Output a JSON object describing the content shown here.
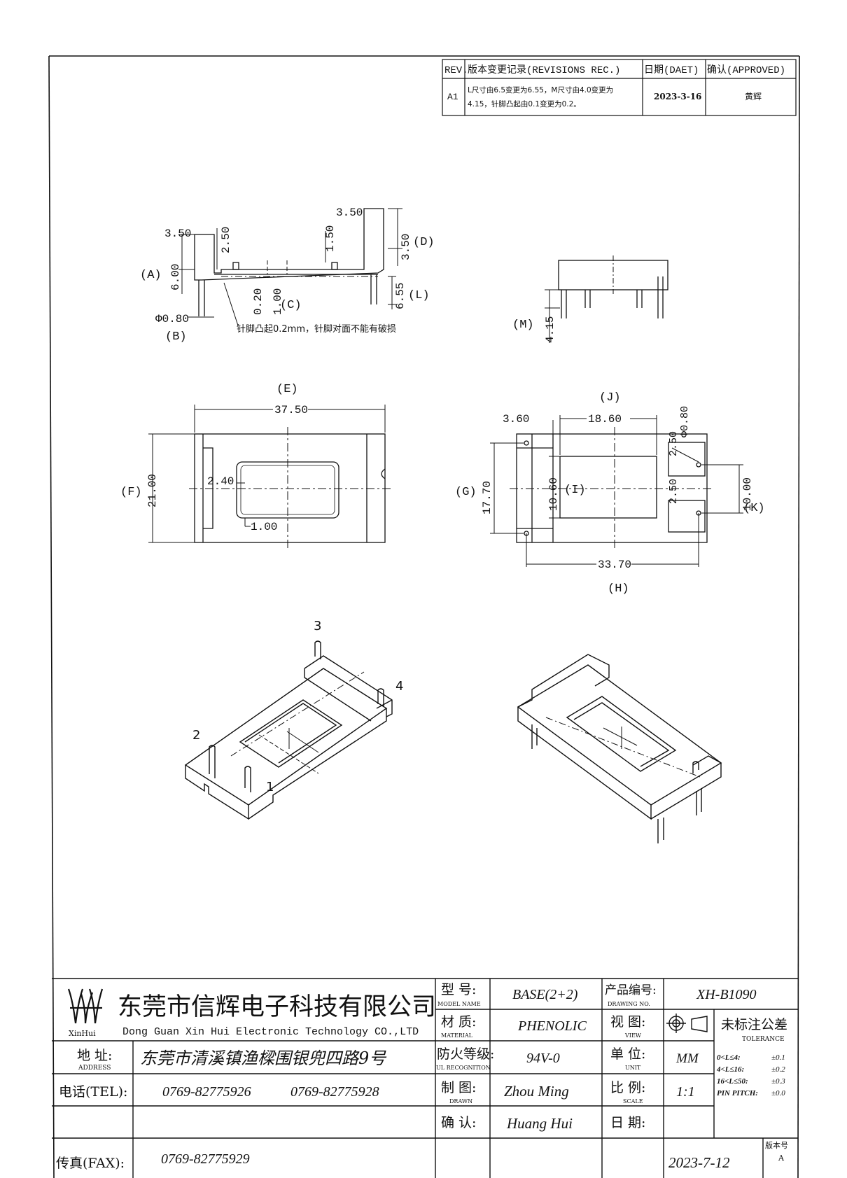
{
  "revision_table": {
    "headers": [
      "REV.",
      "版本变更记录(REVISIONS REC.)",
      "日期(DAET)",
      "确认(APPROVED)"
    ],
    "rows": [
      {
        "rev": "A1",
        "change_line1": "L尺寸由6.5变更为6.55，M尺寸由4.0变更为",
        "change_line2": "4.15，针脚凸起由0.1变更为0.2。",
        "date": "2023-3-16",
        "approved": "黄辉"
      }
    ]
  },
  "side_view": {
    "dims": [
      "3.50",
      "2.50",
      "3.50",
      "1.50",
      "3.50",
      "6.00",
      "0.20",
      "1.00",
      "6.55",
      "Φ0.80"
    ],
    "labels": [
      "(A)",
      "(B)",
      "(C)",
      "(D)",
      "(L)"
    ],
    "note": "针脚凸起0.2mm，针脚对面不能有破损"
  },
  "end_view": {
    "dims": [
      "4.15"
    ],
    "labels": [
      "(M)"
    ]
  },
  "top_view": {
    "dims": [
      "37.50",
      "21.00",
      "2.40",
      "1.00"
    ],
    "labels": [
      "(E)",
      "(F)"
    ]
  },
  "bottom_view": {
    "dims": [
      "3.60",
      "18.60",
      "Φ0.80",
      "2.50",
      "17.70",
      "10.60",
      "2.50",
      "10.00",
      "33.70"
    ],
    "labels": [
      "(J)",
      "(G)",
      "(I)",
      "(K)",
      "(H)"
    ]
  },
  "iso_view": {
    "pins": [
      "3",
      "4",
      "2",
      "1"
    ]
  },
  "title_block": {
    "company_cn": "东莞市信辉电子科技有限公司",
    "company_en": "Dong Guan Xin Hui Electronic Technology CO.,LTD",
    "logo_text": "XinHui",
    "address_label": "地 址:",
    "address_label_en": "ADDRESS",
    "address": "东莞市清溪镇渔樑围银兜四路9号",
    "tel_label": "电话(TEL):",
    "tel1": "0769-82775926",
    "tel2": "0769-82775928",
    "fax_label": "传真(FAX):",
    "fax": "0769-82775929",
    "model_label": "型 号:",
    "model_label_en": "MODEL NAME",
    "model": "BASE(2+2)",
    "material_label": "材 质:",
    "material_label_en": "MATERIAL",
    "material": "PHENOLIC",
    "ul_label": "防火等级:",
    "ul_label_en": "UL RECOGNITION",
    "ul": "94V-0",
    "drawn_label": "制 图:",
    "drawn_label_en": "DRAWN",
    "drawn": "Zhou Ming",
    "confirm_label": "确 认:",
    "confirm": "Huang Hui",
    "product_no_label": "产品编号:",
    "product_no_label_en": "DRAWING NO.",
    "product_no": "XH-B1090",
    "view_label": "视 图:",
    "view_label_en": "VIEW",
    "unit_label": "单 位:",
    "unit_label_en": "UNIT",
    "unit": "MM",
    "scale_label": "比 例:",
    "scale_label_en": "SCALE",
    "scale": "1:1",
    "date_label": "日 期:",
    "date": "2023-7-12",
    "version_label": "版本号",
    "version": "A",
    "tolerance_title": "未标注公差",
    "tolerance_title_en": "TOLERANCE",
    "tolerances": [
      {
        "range": "0<L≤4:",
        "value": "±0.1"
      },
      {
        "range": "4<L≤16:",
        "value": "±0.2"
      },
      {
        "range": "16<L≤50:",
        "value": "±0.3"
      },
      {
        "range": "PIN PITCH:",
        "value": "±0.0"
      }
    ]
  }
}
